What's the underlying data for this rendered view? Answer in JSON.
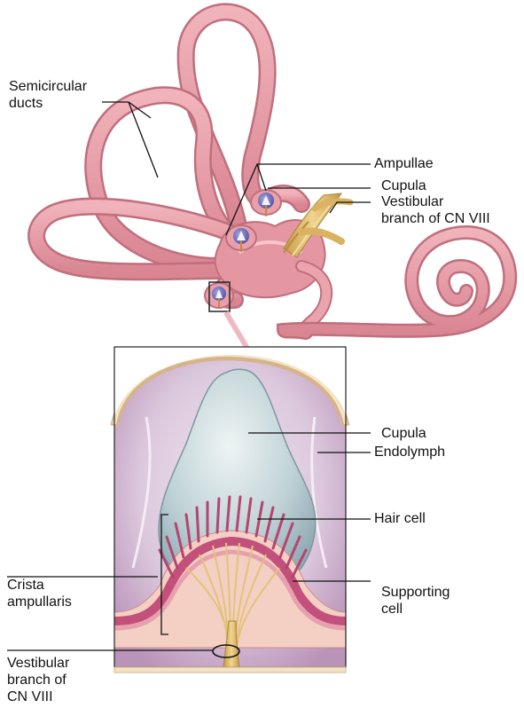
{
  "labels": {
    "semicircular_ducts": [
      "Semicircular",
      "ducts"
    ],
    "ampullae": "Ampullae",
    "cupula_top": "Cupula",
    "vestibular_branch_top": [
      "Vestibular",
      "branch of CN VIII"
    ],
    "cupula_detail": "Cupula",
    "endolymph": "Endolymph",
    "hair_cell": "Hair cell",
    "crista_ampullaris": [
      "Crista",
      "ampullaris"
    ],
    "supporting_cell": [
      "Supporting",
      "cell"
    ],
    "vestibular_branch_bottom": [
      "Vestibular",
      "branch of",
      "CN VIII"
    ]
  },
  "colors": {
    "duct": "#e79aa4",
    "duct_dark": "#c9707d",
    "nerve": "#d8b96a",
    "cupula": "#b9ccd2",
    "endolymph_bg": "#dcc8dd",
    "hair_cells": "#c2507a"
  }
}
